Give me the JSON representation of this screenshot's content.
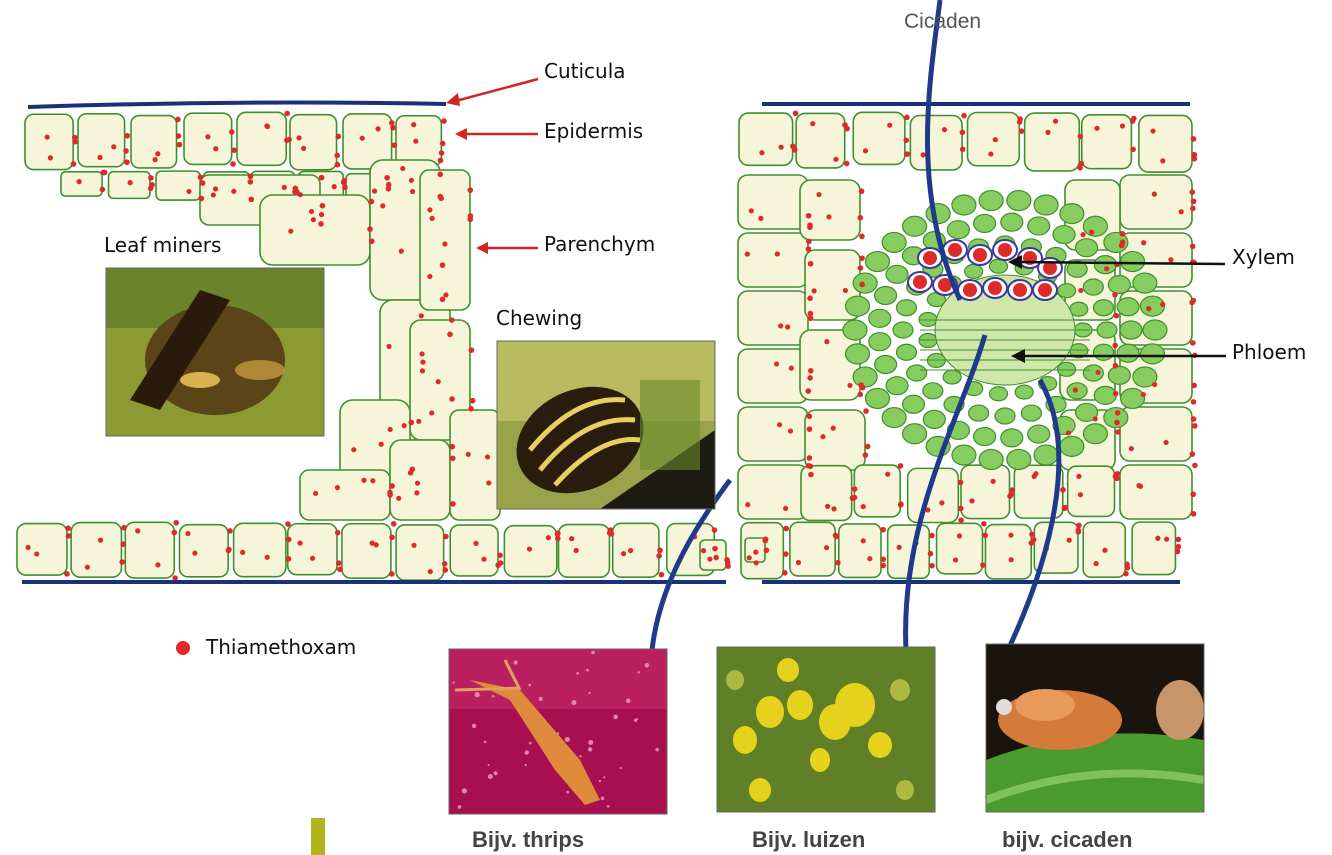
{
  "labels": {
    "cicaden_top": "Cicaden",
    "cuticula": "Cuticula",
    "epidermis": "Epidermis",
    "parenchym": "Parenchym",
    "leaf_miners": "Leaf miners",
    "chewing": "Chewing",
    "xylem": "Xylem",
    "phloem": "Phloem"
  },
  "legend": {
    "label": "Thiamethoxam",
    "marker_color": "#dd2a2a"
  },
  "captions": {
    "thrips": "Bijv. thrips",
    "luizen": "Bijv. luizen",
    "cicaden": "bijv. cicaden"
  },
  "photos": [
    {
      "name": "photo-leaf-miner",
      "subject": "leaf miner insect"
    },
    {
      "name": "photo-chewing-beetle",
      "subject": "striped chewing beetle"
    },
    {
      "name": "photo-thrips",
      "subject": "thrips"
    },
    {
      "name": "photo-aphids",
      "subject": "aphids"
    },
    {
      "name": "photo-leafhopper",
      "subject": "leafhopper"
    }
  ],
  "colors": {
    "cell_fill": "#f7f5d9",
    "cell_stroke": "#3f8f2e",
    "cuticle": "#1b2f7a",
    "arrow": "#d42323",
    "bundle_fill": "#86cc5f",
    "stylet": "#1f3a8a",
    "accent_bar": "#b2b41c"
  }
}
